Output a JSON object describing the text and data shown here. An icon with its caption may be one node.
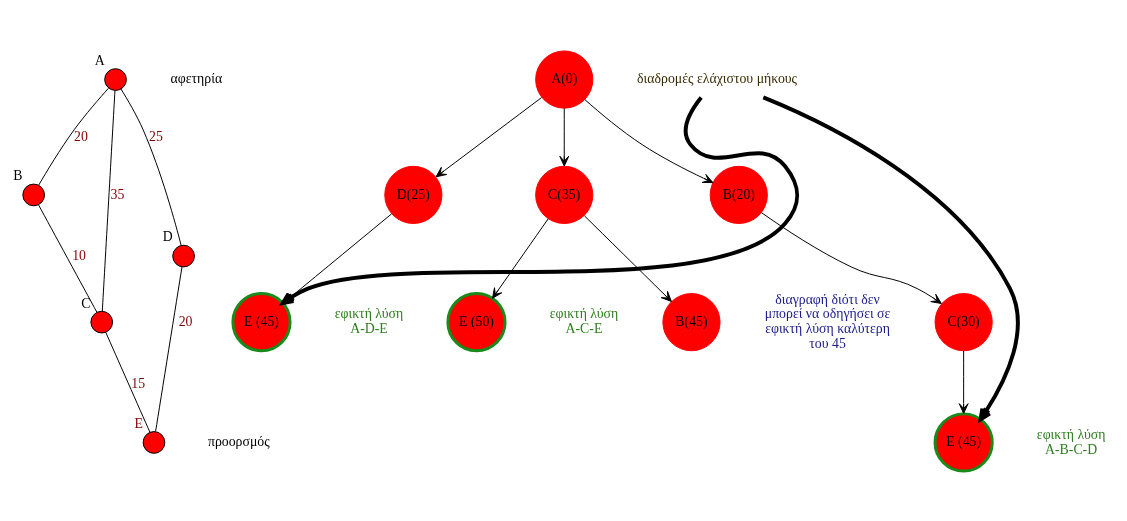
{
  "diagram": {
    "nodes": [
      {
        "text": [
          "B"
        ]
      },
      {
        "text": [
          "A"
        ],
        "beside": [
          "αφετηρία"
        ]
      },
      {
        "text": [
          "C"
        ]
      },
      {
        "text": [
          "D"
        ]
      },
      {
        "text": [
          "E"
        ],
        "beside": [
          "προορσμός"
        ]
      },
      {
        "text": [
          "A(0)"
        ]
      },
      {
        "text": [
          "D(25)"
        ]
      },
      {
        "text": [
          "C(35)"
        ]
      },
      {
        "text": [
          "B(20)"
        ]
      },
      {
        "text": [
          "E (45)"
        ],
        "beside": [
          "εφικτή λύση",
          "A-D-E"
        ]
      },
      {
        "text": [
          "E (50)"
        ],
        "beside": [
          "εφικτή λύση",
          "A-C-E"
        ]
      },
      {
        "text": [
          "B(45)"
        ],
        "beside": [
          "διαγραφή διότι δεν μπορεί να οδηγήσει σε εφικτή λύση καλύτερη του 45"
        ]
      },
      {
        "text": [
          "C(30)"
        ]
      },
      {
        "text": [
          "E (45)"
        ],
        "beside": [
          "εφικτή λύση",
          "A-B-C-D"
        ]
      },
      {
        "text": [
          "διαδρομές ελάχιστου μήκους"
        ]
      }
    ],
    "edges": [
      {
        "from": 1,
        "to": 0,
        "arrow": "none",
        "label": "20"
      },
      {
        "from": 1,
        "to": 2,
        "arrow": "none",
        "label": "35"
      },
      {
        "from": 1,
        "to": 3,
        "arrow": "none",
        "label": "25"
      },
      {
        "from": 0,
        "to": 2,
        "arrow": "none",
        "label": "10"
      },
      {
        "from": 2,
        "to": 4,
        "arrow": "none",
        "label": "15"
      },
      {
        "from": 3,
        "to": 4,
        "arrow": "none",
        "label": "20"
      },
      {
        "from": 5,
        "to": 6,
        "arrow": "to"
      },
      {
        "from": 5,
        "to": 7,
        "arrow": "to"
      },
      {
        "from": 5,
        "to": 8,
        "arrow": "to"
      },
      {
        "from": 6,
        "to": 9,
        "arrow": "to"
      },
      {
        "from": 7,
        "to": 10,
        "arrow": "to"
      },
      {
        "from": 7,
        "to": 11,
        "arrow": "to"
      },
      {
        "from": 8,
        "to": 12,
        "arrow": "to"
      },
      {
        "from": 12,
        "to": 13,
        "arrow": "to"
      },
      {
        "from": 14,
        "to": 9,
        "arrow": "to",
        "style": "thick"
      },
      {
        "from": 14,
        "to": 13,
        "arrow": "to",
        "style": "thick"
      }
    ]
  }
}
